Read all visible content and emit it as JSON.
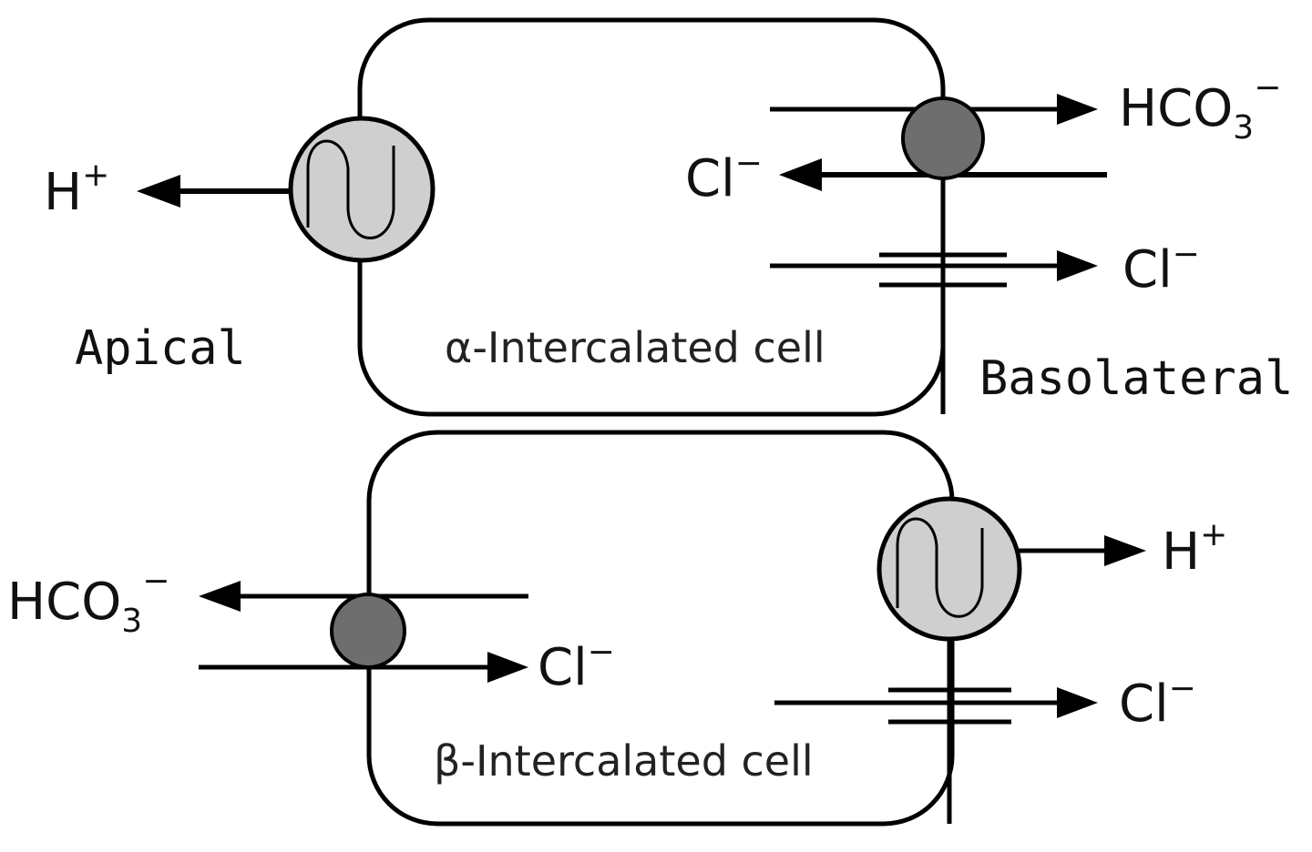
{
  "labels": {
    "apical": "Apical",
    "basolateral": "Basolateral",
    "alpha_cell": "α-Intercalated cell",
    "beta_cell": "β-Intercalated cell"
  },
  "ions": {
    "h": "H",
    "cl": "Cl",
    "hco": "HCO",
    "three": "3",
    "plus": "+",
    "minus": "−"
  },
  "colors": {
    "pump_fill": "#cfcfcf",
    "exchanger_fill": "#6e6e6e"
  }
}
